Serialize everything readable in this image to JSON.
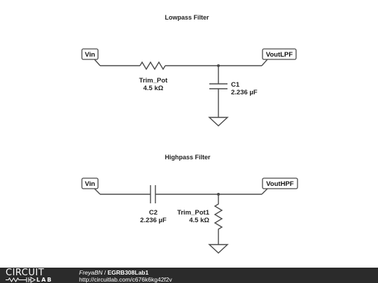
{
  "circuits": [
    {
      "title": "Lowpass Filter",
      "input_port": "Vin",
      "output_port": "VoutLPF",
      "series": {
        "name": "Trim_Pot",
        "value": "4.5 kΩ",
        "icon": "resistor-icon"
      },
      "shunt": {
        "name": "C1",
        "value": "2.236 µF",
        "icon": "capacitor-icon"
      }
    },
    {
      "title": "Highpass Filter",
      "input_port": "Vin",
      "output_port": "VoutHPF",
      "series": {
        "name": "C2",
        "value": "2.236 µF",
        "icon": "capacitor-icon"
      },
      "shunt": {
        "name": "Trim_Pot1",
        "value": "4.5 kΩ",
        "icon": "resistor-icon"
      }
    }
  ],
  "footer": {
    "logo_top": "CIRCUIT",
    "logo_bottom": "LAB",
    "author": "FreyaBN",
    "separator": " / ",
    "project": "EGRB308Lab1",
    "url": "http://circuitlab.com/c676k6kg42f2v",
    "colors": {
      "background": "#2b2b2b",
      "text": "#ffffff"
    }
  },
  "colors": {
    "wire": "#4a4a4a",
    "text": "#222222",
    "background": "#ffffff"
  }
}
